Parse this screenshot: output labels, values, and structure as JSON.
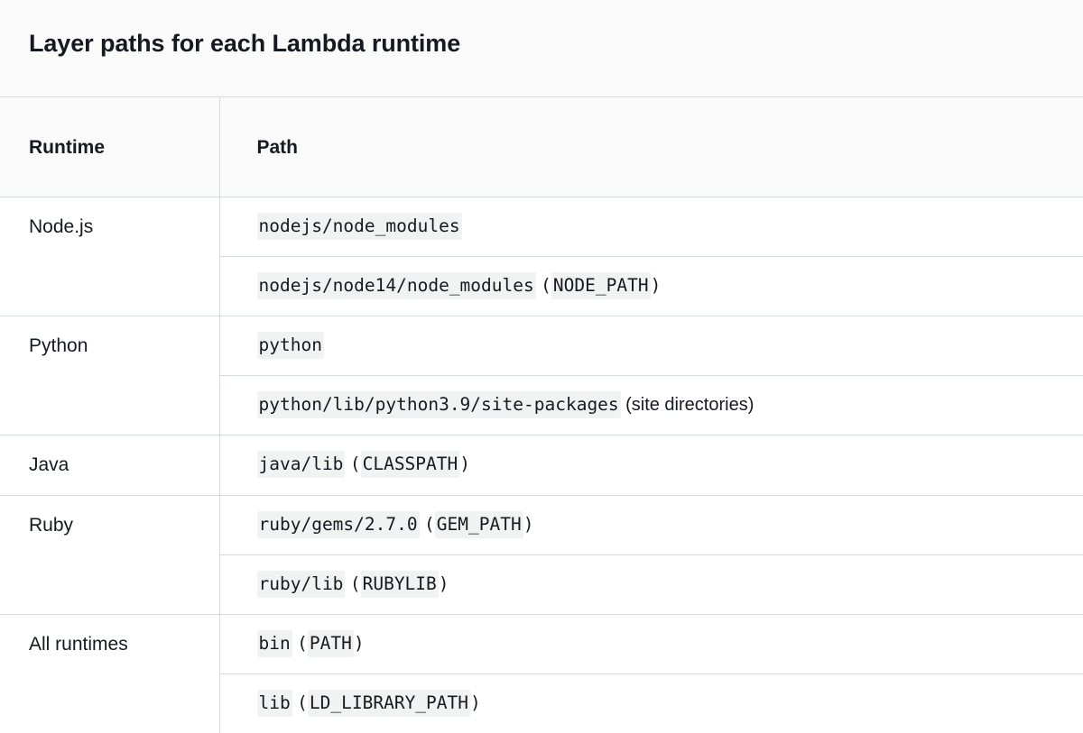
{
  "page": {
    "title": "Layer paths for each Lambda runtime"
  },
  "table": {
    "columns": [
      {
        "key": "runtime",
        "label": "Runtime"
      },
      {
        "key": "path",
        "label": "Path"
      }
    ],
    "rows": [
      {
        "runtime": "Node.js",
        "paths": [
          {
            "code": "nodejs/node_modules",
            "note": "",
            "note_style": "none"
          },
          {
            "code": "nodejs/node14/node_modules",
            "note": "(NODE_PATH)",
            "note_style": "code"
          }
        ]
      },
      {
        "runtime": "Python",
        "paths": [
          {
            "code": "python",
            "note": "",
            "note_style": "none"
          },
          {
            "code": "python/lib/python3.9/site-packages",
            "note": "(site directories)",
            "note_style": "plain"
          }
        ]
      },
      {
        "runtime": "Java",
        "paths": [
          {
            "code": "java/lib",
            "note": "(CLASSPATH)",
            "note_style": "code"
          }
        ]
      },
      {
        "runtime": "Ruby",
        "paths": [
          {
            "code": "ruby/gems/2.7.0",
            "note": "(GEM_PATH)",
            "note_style": "code"
          },
          {
            "code": "ruby/lib",
            "note": "(RUBYLIB)",
            "note_style": "code"
          }
        ]
      },
      {
        "runtime": "All runtimes",
        "paths": [
          {
            "code": "bin",
            "note": "(PATH)",
            "note_style": "code"
          },
          {
            "code": "lib",
            "note": "(LD_LIBRARY_PATH)",
            "note_style": "code"
          }
        ]
      }
    ]
  },
  "colors": {
    "title_band_background": "#fafafa",
    "border": "#d5dbdb",
    "code_background": "#f1f3f3",
    "text": "#16191f",
    "page_background": "#ffffff"
  }
}
